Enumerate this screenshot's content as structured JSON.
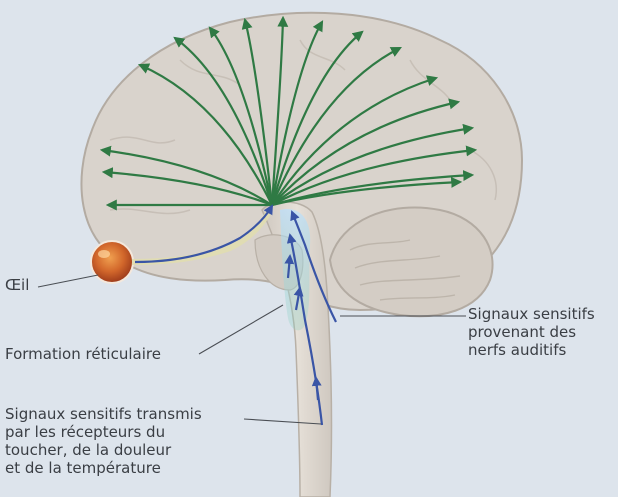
{
  "labels": {
    "eye": "Œil",
    "reticular_formation": "Formation réticulaire",
    "auditory_signals": "Signaux sensitifs\nprovenant des\nnerfs auditifs",
    "somatic_signals": "Signaux sensitifs transmis\npar les récepteurs du\ntoucher, de la douleur\net de la température"
  },
  "colors": {
    "background": "#dde4ec",
    "brain": "#d9d3cc",
    "brain_outline": "#b3aba2",
    "cortex_arrows": "#2f7a44",
    "ascending_signals": "#3a55a6",
    "eye": "#d2672b",
    "label_text": "#3a3e44"
  },
  "icons": {
    "eye": "eye-icon"
  }
}
